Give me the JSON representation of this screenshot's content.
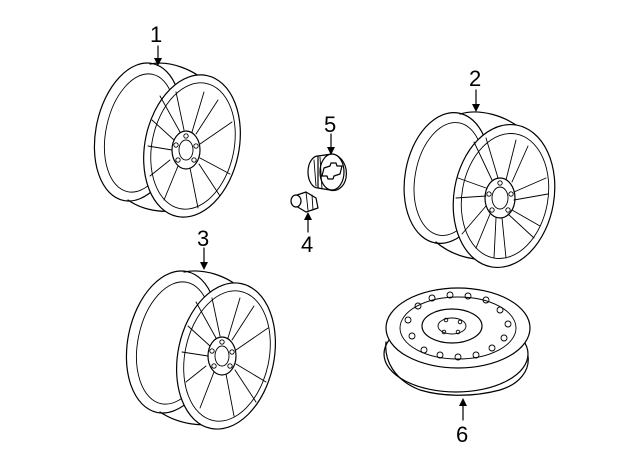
{
  "diagram": {
    "background": "#ffffff",
    "line_color": "#000000",
    "parts": [
      {
        "id": "1",
        "label": "1",
        "item": "alloy-wheel-front-left"
      },
      {
        "id": "2",
        "label": "2",
        "item": "alloy-wheel-split-spoke"
      },
      {
        "id": "3",
        "label": "3",
        "item": "alloy-wheel-lower"
      },
      {
        "id": "4",
        "label": "4",
        "item": "lug-nut"
      },
      {
        "id": "5",
        "label": "5",
        "item": "center-cap"
      },
      {
        "id": "6",
        "label": "6",
        "item": "spare-wheel"
      }
    ]
  }
}
